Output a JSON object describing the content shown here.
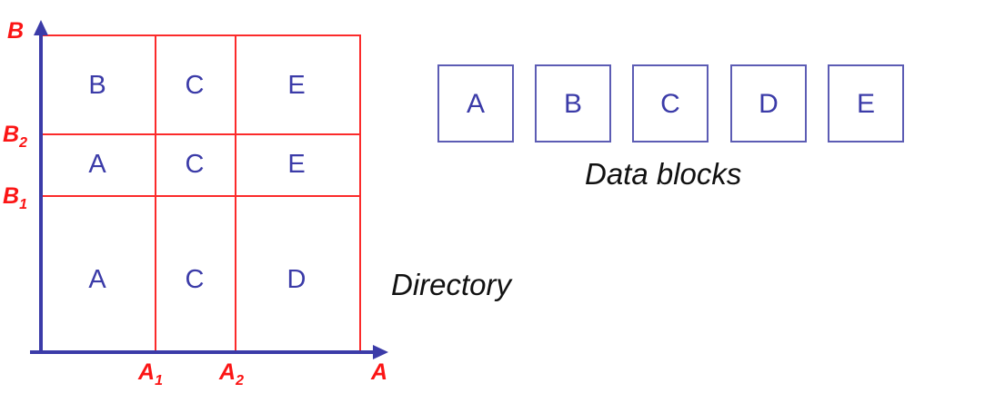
{
  "figure": {
    "title_directory": "Directory",
    "title_data_blocks": "Data blocks",
    "colors": {
      "grid_red": "#fb2b2b",
      "axis_blue": "#3b3ba8",
      "block_border": "#5c5cb4",
      "letter_blue": "#3b3ba8",
      "caption_black": "#111111",
      "background": "#ffffff"
    }
  },
  "directory": {
    "axis": {
      "x_name": "A",
      "y_name": "B",
      "x_ticks": [
        {
          "label": "A",
          "sub": "1"
        },
        {
          "label": "A",
          "sub": "2"
        }
      ],
      "y_ticks": [
        {
          "label": "B",
          "sub": "1"
        },
        {
          "label": "B",
          "sub": "2"
        }
      ]
    },
    "grid": {
      "rows": 3,
      "cols": 3,
      "cells": [
        [
          "B",
          "C",
          "E"
        ],
        [
          "A",
          "C",
          "E"
        ],
        [
          "A",
          "C",
          "D"
        ]
      ]
    }
  },
  "data_blocks": {
    "blocks": [
      {
        "label": "A"
      },
      {
        "label": "B"
      },
      {
        "label": "C"
      },
      {
        "label": "D"
      },
      {
        "label": "E"
      }
    ]
  }
}
